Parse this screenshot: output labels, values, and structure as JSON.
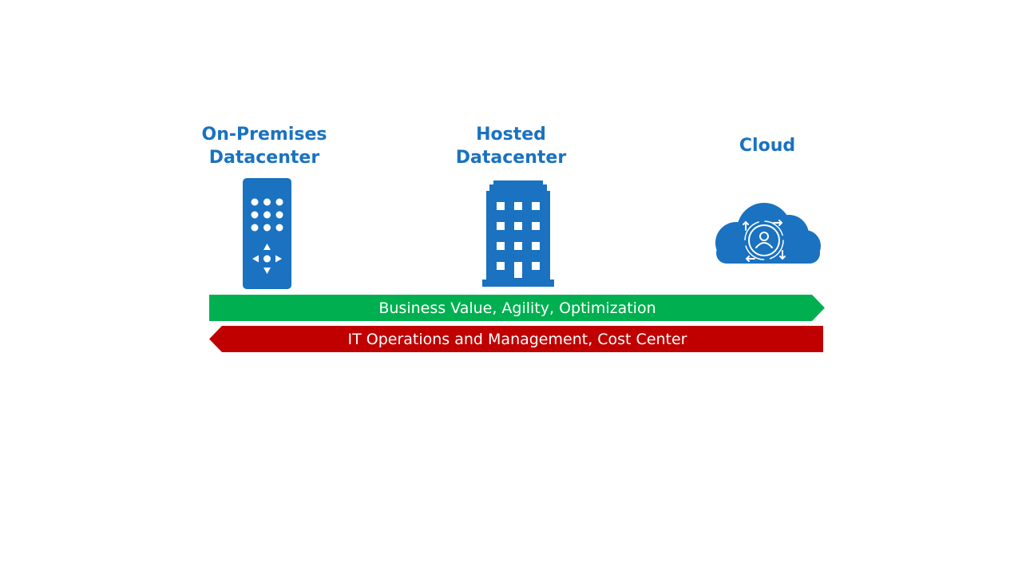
{
  "columns": [
    {
      "title": "On-Premises\nDatacenter",
      "icon": "server-icon"
    },
    {
      "title": "Hosted\nDatacenter",
      "icon": "building-icon"
    },
    {
      "title": "Cloud",
      "icon": "cloud-icon"
    }
  ],
  "arrows": {
    "forward": {
      "label": "Business Value, Agility, Optimization",
      "color": "#00b050",
      "direction": "right"
    },
    "backward": {
      "label": "IT Operations and Management, Cost Center",
      "color": "#c00000",
      "direction": "left"
    }
  },
  "colors": {
    "accent": "#1a72c0",
    "icon": "#1a72c0"
  }
}
